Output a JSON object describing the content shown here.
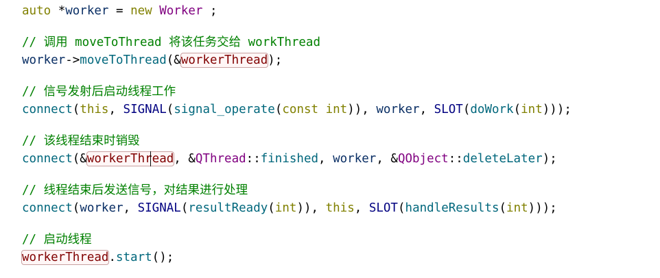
{
  "lines": [
    [
      {
        "text": "auto",
        "cls": "t-kw"
      },
      {
        "text": " *",
        "cls": "t-op"
      },
      {
        "text": "worker",
        "cls": "t-var"
      },
      {
        "text": " = ",
        "cls": "t-op"
      },
      {
        "text": "new",
        "cls": "t-kw"
      },
      {
        "text": " ",
        "cls": "t-op"
      },
      {
        "text": "Worker",
        "cls": "t-cls"
      },
      {
        "text": " ;",
        "cls": "t-op"
      }
    ],
    [
      {
        "text": "// 调用 moveToThread 将该任务交给 workThread",
        "cls": "t-com"
      }
    ],
    [
      {
        "text": "worker",
        "cls": "t-var"
      },
      {
        "text": "->",
        "cls": "t-op"
      },
      {
        "text": "moveToThread",
        "cls": "t-fn"
      },
      {
        "text": "(&",
        "cls": "t-op"
      },
      {
        "text": "workerThread",
        "cls": "t-hl"
      },
      {
        "text": ");",
        "cls": "t-op"
      }
    ],
    [
      {
        "text": "// 信号发射后启动线程工作",
        "cls": "t-com"
      }
    ],
    [
      {
        "text": "connect",
        "cls": "t-fn"
      },
      {
        "text": "(",
        "cls": "t-op"
      },
      {
        "text": "this",
        "cls": "t-kw"
      },
      {
        "text": ", ",
        "cls": "t-op"
      },
      {
        "text": "SIGNAL",
        "cls": "t-mac"
      },
      {
        "text": "(",
        "cls": "t-op"
      },
      {
        "text": "signal_operate",
        "cls": "t-fn"
      },
      {
        "text": "(",
        "cls": "t-op"
      },
      {
        "text": "const",
        "cls": "t-kw"
      },
      {
        "text": " ",
        "cls": "t-op"
      },
      {
        "text": "int",
        "cls": "t-kw"
      },
      {
        "text": ")), ",
        "cls": "t-op"
      },
      {
        "text": "worker",
        "cls": "t-var"
      },
      {
        "text": ", ",
        "cls": "t-op"
      },
      {
        "text": "SLOT",
        "cls": "t-mac"
      },
      {
        "text": "(",
        "cls": "t-op"
      },
      {
        "text": "doWork",
        "cls": "t-fn"
      },
      {
        "text": "(",
        "cls": "t-op"
      },
      {
        "text": "int",
        "cls": "t-kw"
      },
      {
        "text": ")));",
        "cls": "t-op"
      }
    ],
    [
      {
        "text": "// 该线程结束时销毁",
        "cls": "t-com"
      }
    ],
    [
      {
        "text": "connect",
        "cls": "t-fn"
      },
      {
        "text": "(&",
        "cls": "t-op"
      },
      {
        "text": "workerThread",
        "cls": "t-hl"
      },
      {
        "text": ", &",
        "cls": "t-op"
      },
      {
        "text": "QThread",
        "cls": "t-cls"
      },
      {
        "text": "::",
        "cls": "t-op"
      },
      {
        "text": "finished",
        "cls": "t-fn"
      },
      {
        "text": ", ",
        "cls": "t-op"
      },
      {
        "text": "worker",
        "cls": "t-var"
      },
      {
        "text": ", &",
        "cls": "t-op"
      },
      {
        "text": "QObject",
        "cls": "t-cls"
      },
      {
        "text": "::",
        "cls": "t-op"
      },
      {
        "text": "deleteLater",
        "cls": "t-fn"
      },
      {
        "text": ");",
        "cls": "t-op"
      }
    ],
    [
      {
        "text": "// 线程结束后发送信号，对结果进行处理",
        "cls": "t-com"
      }
    ],
    [
      {
        "text": "connect",
        "cls": "t-fn"
      },
      {
        "text": "(",
        "cls": "t-op"
      },
      {
        "text": "worker",
        "cls": "t-var"
      },
      {
        "text": ", ",
        "cls": "t-op"
      },
      {
        "text": "SIGNAL",
        "cls": "t-mac"
      },
      {
        "text": "(",
        "cls": "t-op"
      },
      {
        "text": "resultReady",
        "cls": "t-fn"
      },
      {
        "text": "(",
        "cls": "t-op"
      },
      {
        "text": "int",
        "cls": "t-kw"
      },
      {
        "text": ")), ",
        "cls": "t-op"
      },
      {
        "text": "this",
        "cls": "t-kw"
      },
      {
        "text": ", ",
        "cls": "t-op"
      },
      {
        "text": "SLOT",
        "cls": "t-mac"
      },
      {
        "text": "(",
        "cls": "t-op"
      },
      {
        "text": "handleResults",
        "cls": "t-fn"
      },
      {
        "text": "(",
        "cls": "t-op"
      },
      {
        "text": "int",
        "cls": "t-kw"
      },
      {
        "text": ")));",
        "cls": "t-op"
      }
    ],
    [
      {
        "text": "// 启动线程",
        "cls": "t-com"
      }
    ],
    [
      {
        "text": "workerThread",
        "cls": "t-hl"
      },
      {
        "text": ".",
        "cls": "t-op"
      },
      {
        "text": "start",
        "cls": "t-fn"
      },
      {
        "text": "();",
        "cls": "t-op"
      }
    ]
  ],
  "colors": {
    "keyword": "#808000",
    "variable": "#092e64",
    "function": "#00677c",
    "class": "#800080",
    "macro": "#000080",
    "comment": "#008000",
    "highlight_text": "#800000",
    "background": "#ffffff"
  }
}
